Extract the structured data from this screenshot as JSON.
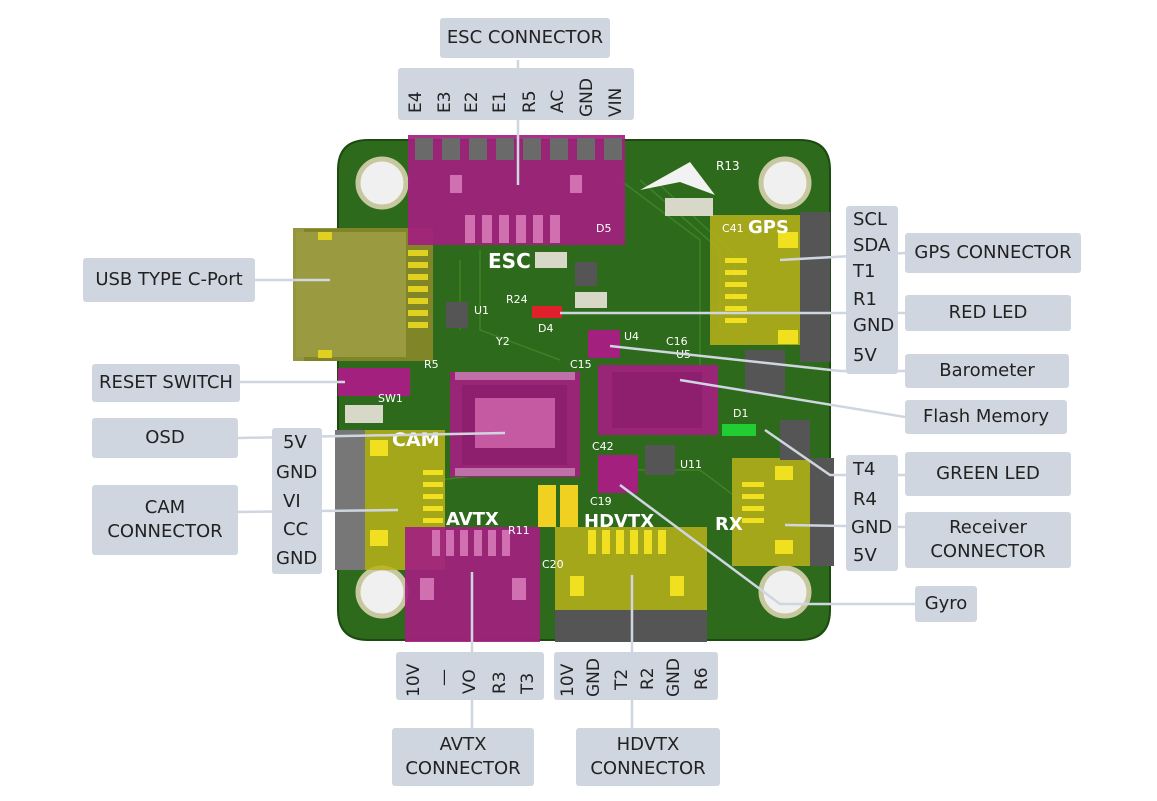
{
  "callouts": {
    "esc_connector": "ESC CONNECTOR",
    "usb": "USB TYPE C-Port",
    "reset_switch": "RESET SWITCH",
    "osd": "OSD",
    "cam_connector_1": "CAM",
    "cam_connector_2": "CONNECTOR",
    "gps_connector": "GPS CONNECTOR",
    "red_led": "RED LED",
    "barometer": "Barometer",
    "flash_memory": "Flash Memory",
    "green_led": "GREEN LED",
    "receiver_1": "Receiver",
    "receiver_2": "CONNECTOR",
    "gyro": "Gyro",
    "avtx_1": "AVTX",
    "avtx_2": "CONNECTOR",
    "hdvtx_1": "HDVTX",
    "hdvtx_2": "CONNECTOR"
  },
  "pins": {
    "esc": [
      "E4",
      "E3",
      "E2",
      "E1",
      "R5",
      "AC",
      "GND",
      "VIN"
    ],
    "gps": [
      "SCL",
      "SDA",
      "T1",
      "R1",
      "GND",
      "5V"
    ],
    "cam": [
      "5V",
      "GND",
      "VI",
      "CC",
      "GND"
    ],
    "rx": [
      "T4",
      "R4",
      "GND",
      "5V"
    ],
    "avtx": [
      "10V",
      "—",
      "VO",
      "R3",
      "T3"
    ],
    "hdvtx": [
      "10V",
      "GND",
      "T2",
      "R2",
      "GND",
      "R6"
    ]
  },
  "board_silkscreen": {
    "esc": "ESC",
    "gps": "GPS",
    "cam": "CAM",
    "avtx": "AVTX",
    "hdvtx": "HDVTX",
    "rx": "RX",
    "r13": "R13",
    "c41": "C41",
    "r24": "R24",
    "u1": "U1",
    "d4": "D4",
    "y2": "Y2",
    "r5": "R5",
    "sw1": "SW1",
    "c15": "C15",
    "u4": "U4",
    "c16": "C16",
    "u5": "U5",
    "d1": "D1",
    "c42": "C42",
    "u11": "U11",
    "c19": "C19",
    "r11": "R11",
    "c20": "C20",
    "d5": "D5"
  },
  "colors": {
    "pcb_green": "#2e6a1c",
    "connector_magenta": "#a3207f",
    "connector_yellow": "#b8b21a",
    "callout_bg": "#cfd6e0",
    "red_led": "#e0202a",
    "green_led": "#22cc33"
  }
}
